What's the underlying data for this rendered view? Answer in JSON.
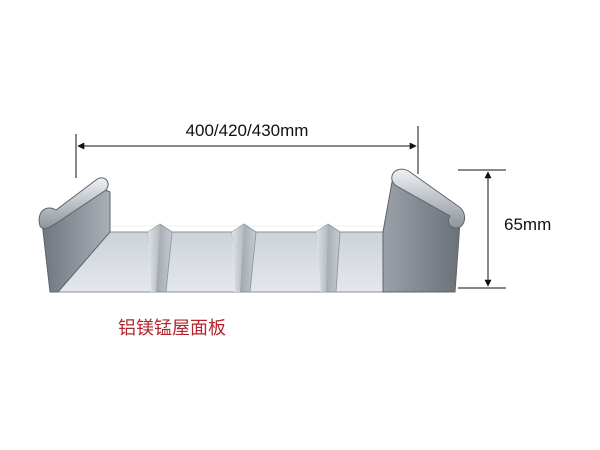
{
  "width_label": "400/420/430mm",
  "height_label": "65mm",
  "caption": "铝镁锰屋面板",
  "colors": {
    "caption": "#b3262e",
    "dimension_line": "#111111",
    "panel_light": "#d6dbe0",
    "panel_mid": "#b9c0c7",
    "panel_dark": "#7e858d",
    "panel_edge": "#5d646b"
  }
}
